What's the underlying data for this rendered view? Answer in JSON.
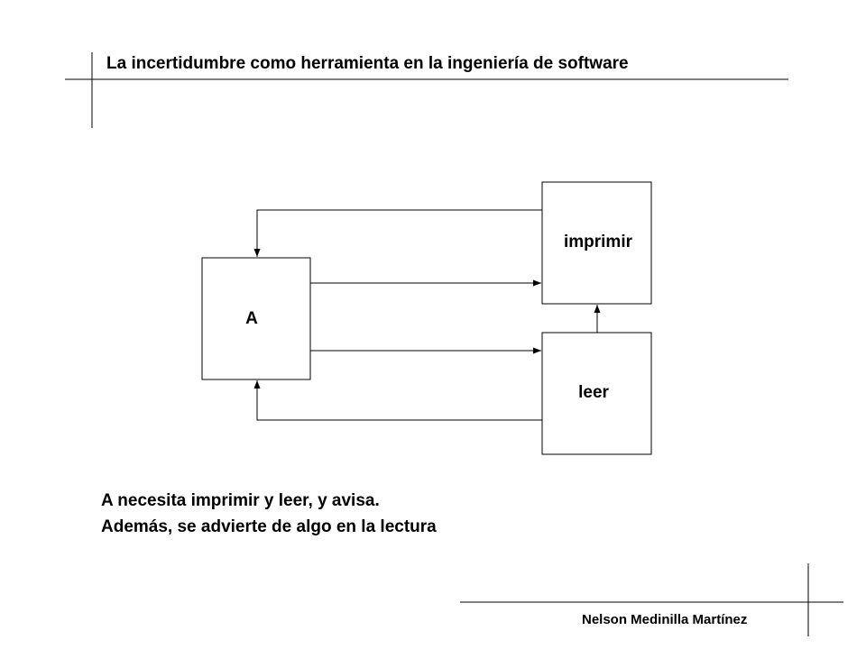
{
  "slide": {
    "title": "La incertidumbre como herramienta en la ingeniería de software",
    "caption_line1": "A necesita imprimir y leer, y avisa.",
    "caption_line2": "Además, se advierte de algo en la lectura",
    "footer": "Nelson Medinilla Martínez"
  },
  "diagram": {
    "nodes": {
      "a": "A",
      "imprimir": "imprimir",
      "leer": "leer"
    }
  }
}
